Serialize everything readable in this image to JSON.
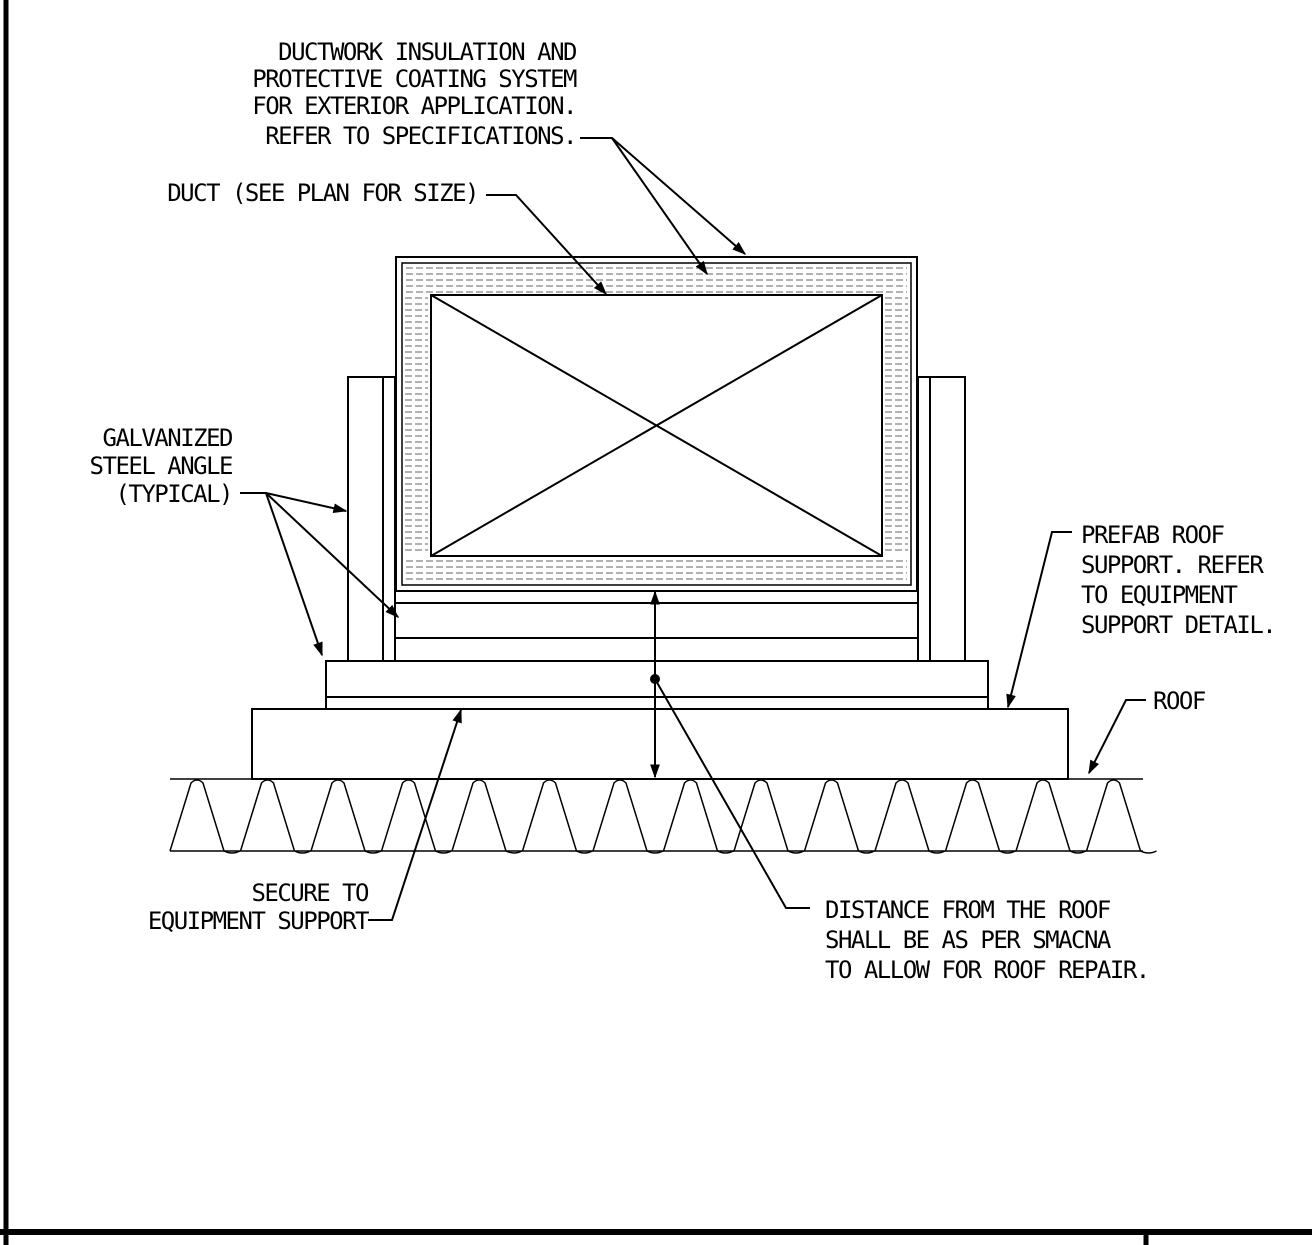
{
  "notes": {
    "coating": [
      "DUCTWORK INSULATION AND",
      "PROTECTIVE COATING SYSTEM",
      "FOR EXTERIOR APPLICATION.",
      "REFER TO SPECIFICATIONS."
    ],
    "duct": "DUCT (SEE PLAN FOR SIZE)",
    "angle": [
      "GALVANIZED",
      "STEEL ANGLE",
      "(TYPICAL)"
    ],
    "prefab": [
      "PREFAB ROOF",
      "SUPPORT. REFER",
      "TO EQUIPMENT",
      "SUPPORT DETAIL."
    ],
    "roof": "ROOF",
    "secure": [
      "SECURE TO",
      "EQUIPMENT SUPPORT"
    ],
    "distance": [
      "DISTANCE FROM THE ROOF",
      "SHALL BE AS PER SMACNA",
      "TO ALLOW FOR ROOF REPAIR."
    ]
  }
}
